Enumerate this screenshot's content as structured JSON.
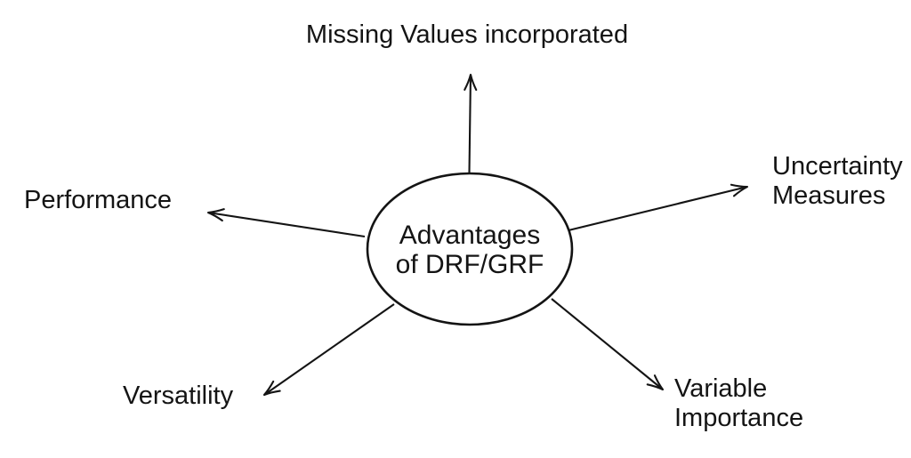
{
  "figure": {
    "title": "Advantages of DRF/GRF diagram",
    "colors": {
      "stroke_color": "#141414",
      "text_color": "#141414",
      "bg_color": "#ffffff"
    },
    "center": {
      "id": "advantages-drf-grf",
      "lines": [
        "Advantages",
        "of DRF/GRF"
      ]
    },
    "spokes": [
      {
        "id": "missing-values",
        "direction": "top",
        "lines": [
          "Missing Values incorporated"
        ]
      },
      {
        "id": "performance",
        "direction": "left",
        "lines": [
          "Performance"
        ]
      },
      {
        "id": "uncertainty-measures",
        "direction": "right",
        "lines": [
          "Uncertainty",
          "Measures"
        ]
      },
      {
        "id": "versatility",
        "direction": "bottom-left",
        "lines": [
          "Versatility"
        ]
      },
      {
        "id": "variable-importance",
        "direction": "bottom-right",
        "lines": [
          "Variable",
          "Importance"
        ]
      }
    ]
  }
}
